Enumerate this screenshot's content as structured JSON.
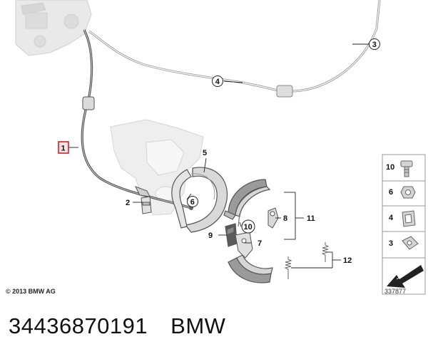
{
  "callouts": {
    "c1": "1",
    "c2": "2",
    "c3": "3",
    "c4": "4",
    "c5": "5",
    "c6": "6",
    "c7": "7",
    "c8": "8",
    "c9": "9",
    "c10": "10",
    "c11": "11",
    "c12": "12"
  },
  "legend": {
    "items": [
      {
        "number": "10",
        "icon": "bolt-icon"
      },
      {
        "number": "6",
        "icon": "hex-nut-icon"
      },
      {
        "number": "4",
        "icon": "spring-clip-icon"
      },
      {
        "number": "3",
        "icon": "cable-clamp-icon"
      }
    ],
    "last_icon": "arrow-icon"
  },
  "copyright": "© 2013 BMW AG",
  "diagram_number": "337877",
  "caption": {
    "part_number": "34436870191",
    "brand": "BMW"
  },
  "colors": {
    "highlight": "#d81e2a",
    "line": "#555555",
    "ghost": "#e6e6e6"
  }
}
